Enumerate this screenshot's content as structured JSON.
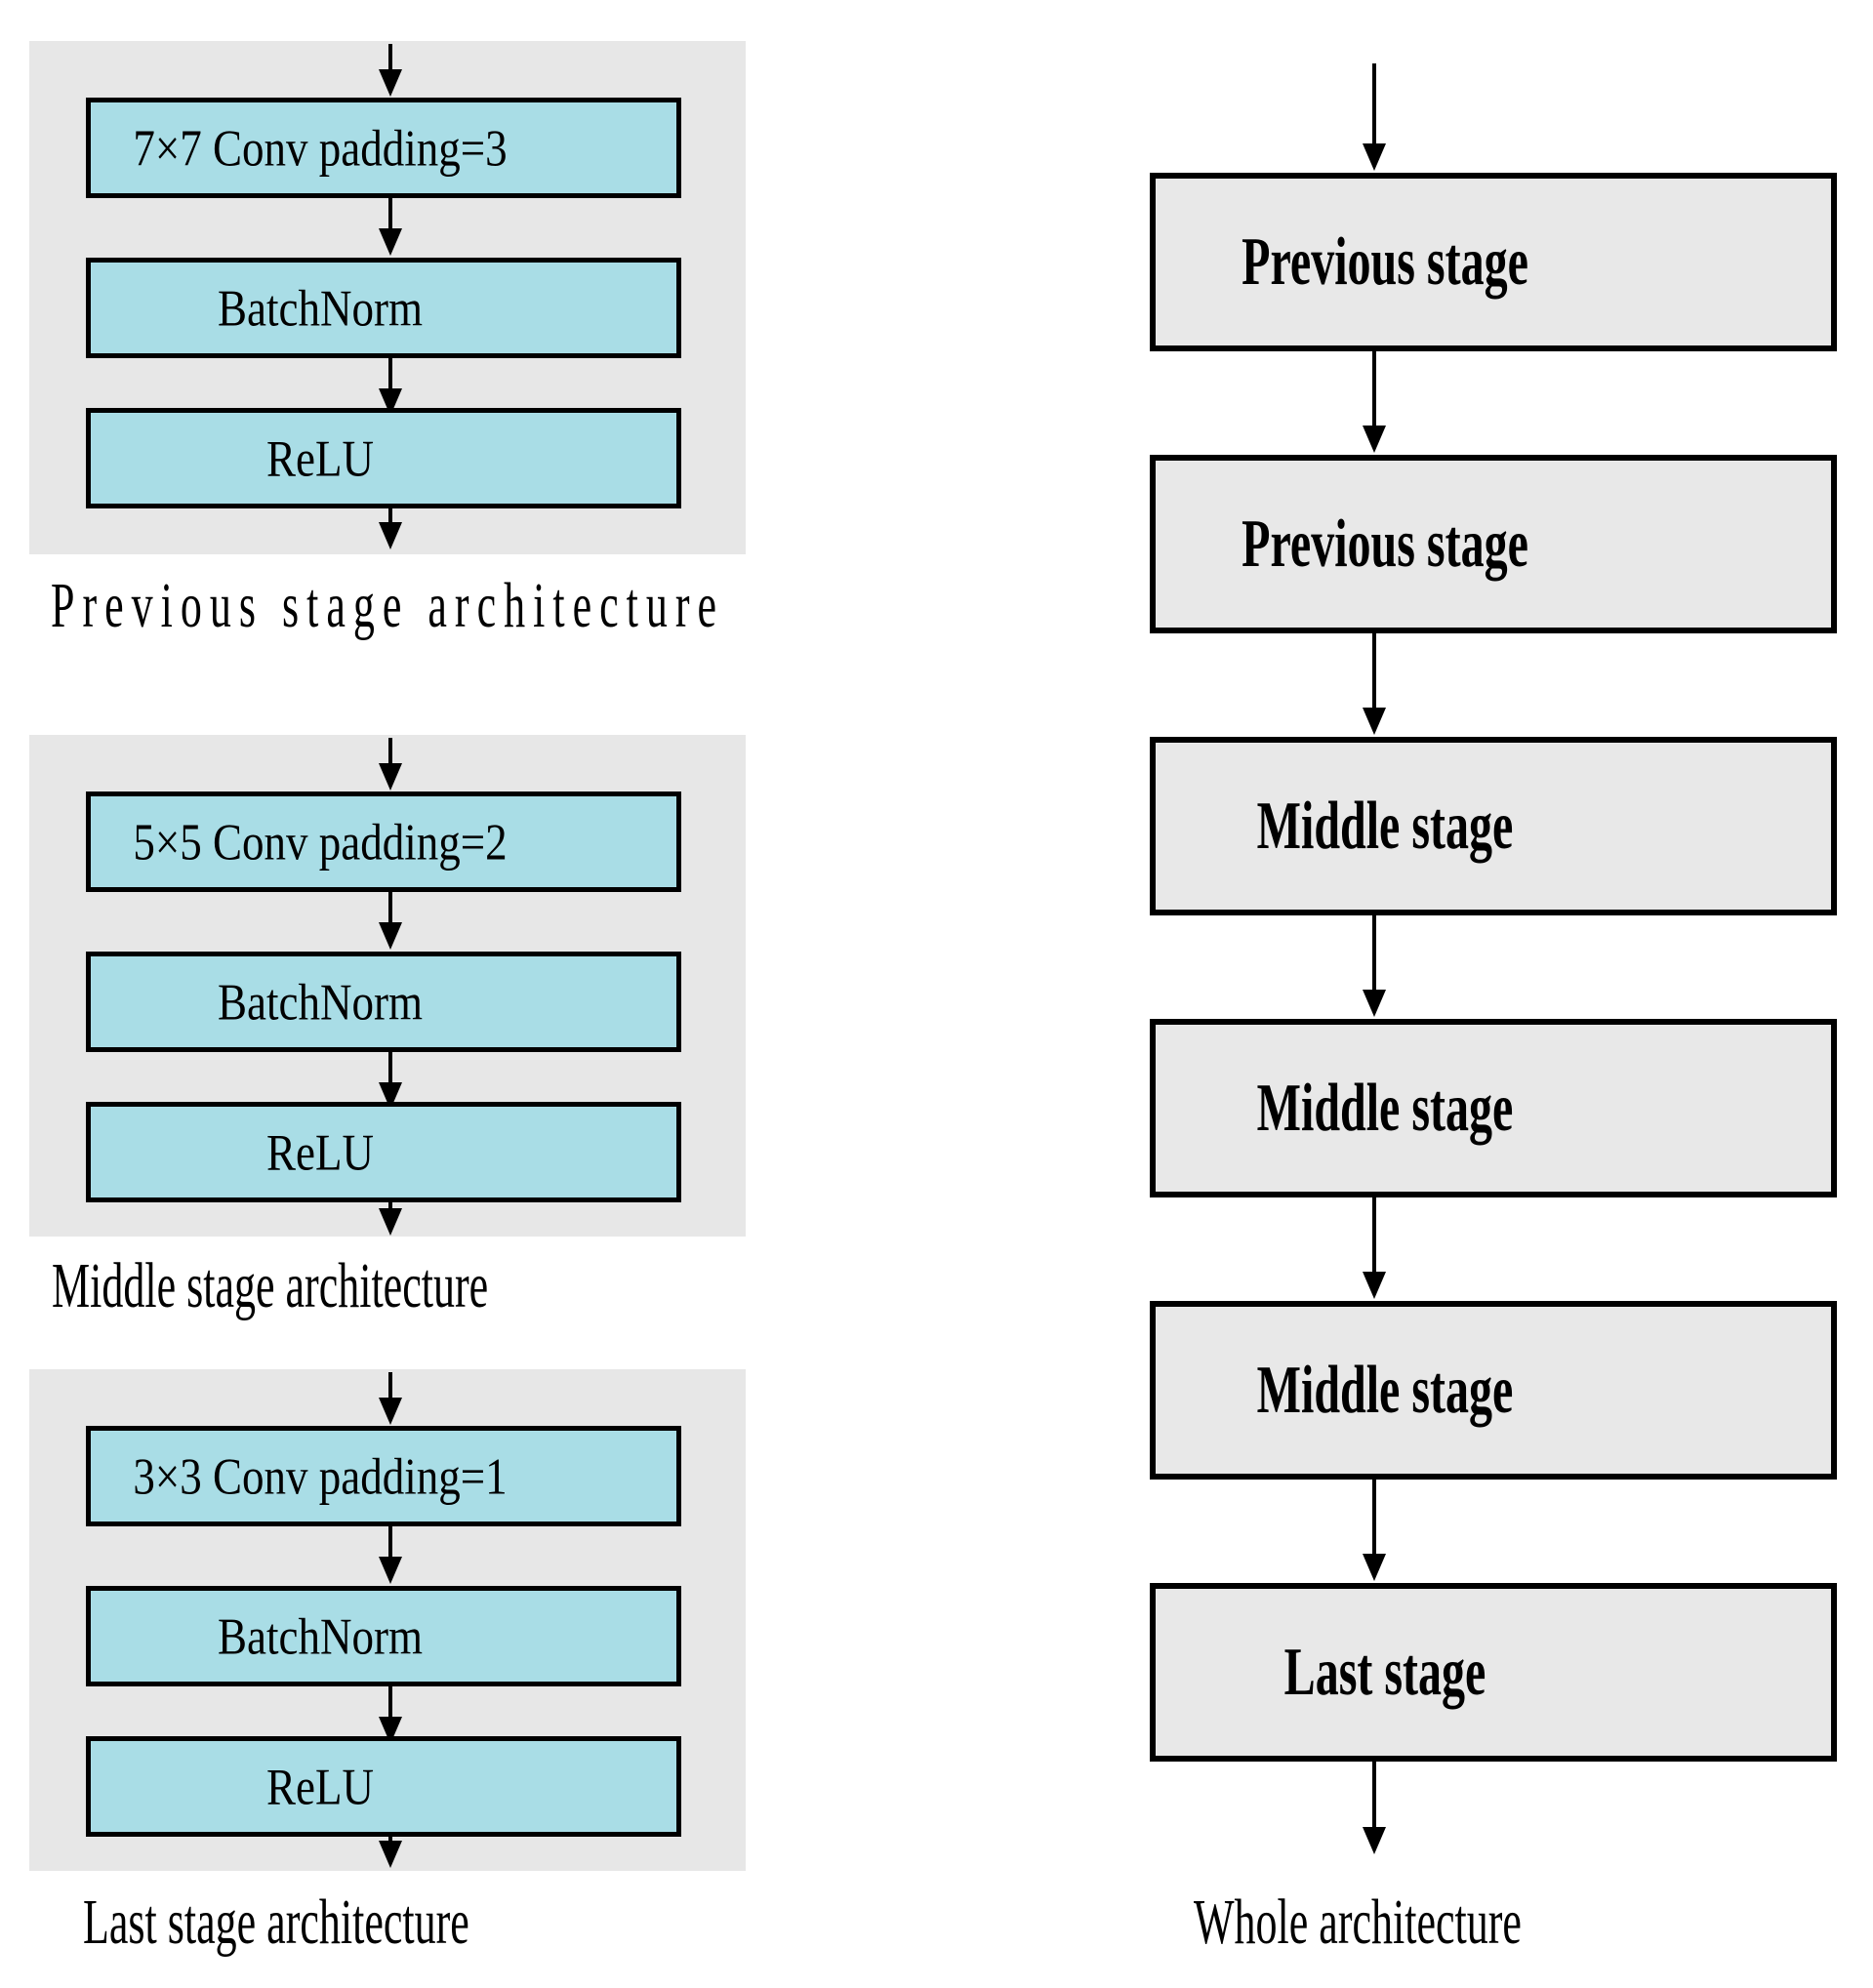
{
  "figure": {
    "left_panels": [
      {
        "caption": "Previous stage architecture",
        "blocks": [
          "7×7 Conv padding=3",
          "BatchNorm",
          "ReLU"
        ]
      },
      {
        "caption": "Middle stage architecture",
        "blocks": [
          "5×5 Conv padding=2",
          "BatchNorm",
          "ReLU"
        ]
      },
      {
        "caption": "Last stage architecture",
        "blocks": [
          "3×3 Conv padding=1",
          "BatchNorm",
          "ReLU"
        ]
      }
    ],
    "whole": {
      "caption": "Whole architecture",
      "stages": [
        "Previous stage",
        "Previous stage",
        "Middle stage",
        "Middle stage",
        "Middle stage",
        "Last stage"
      ]
    },
    "colors": {
      "block_fill": "#a9dde6",
      "panel_fill": "#e7e7e7",
      "stage_fill": "#e8e8e8",
      "line": "#000000"
    }
  }
}
